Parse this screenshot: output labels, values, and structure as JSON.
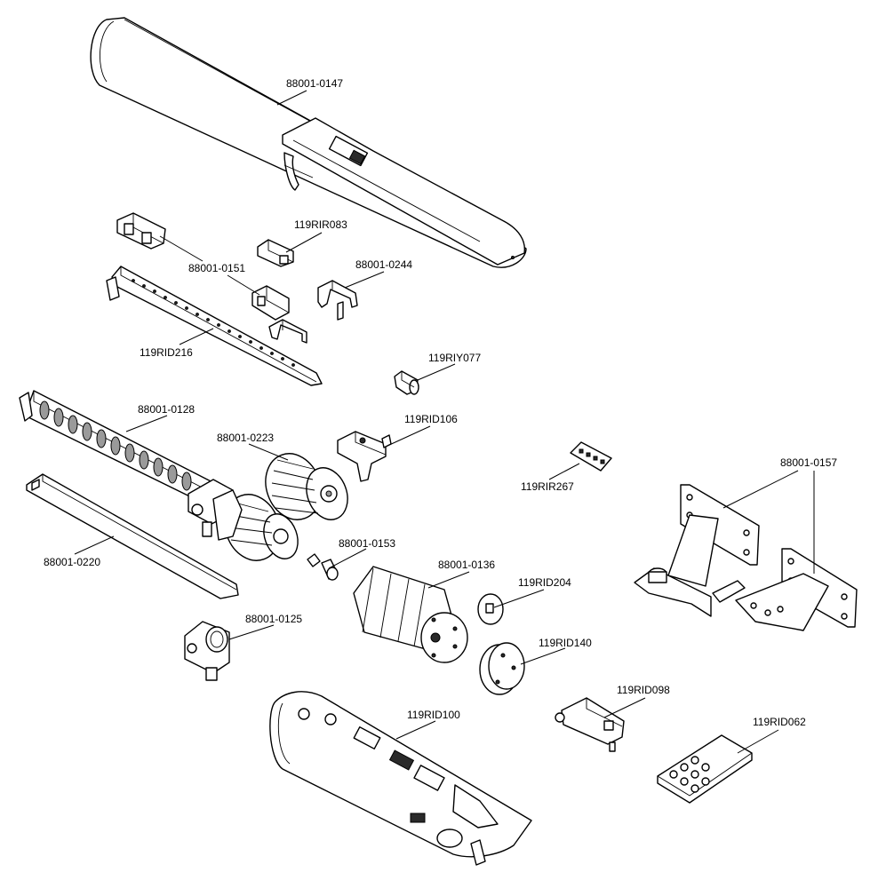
{
  "parts": [
    {
      "id": "p147",
      "code": "88001-0147"
    },
    {
      "id": "p083",
      "code": "119RIR083"
    },
    {
      "id": "p151",
      "code": "88001-0151"
    },
    {
      "id": "p244",
      "code": "88001-0244"
    },
    {
      "id": "p216",
      "code": "119RID216"
    },
    {
      "id": "p077",
      "code": "119RIY077"
    },
    {
      "id": "p128",
      "code": "88001-0128"
    },
    {
      "id": "p106",
      "code": "119RID106"
    },
    {
      "id": "p223",
      "code": "88001-0223"
    },
    {
      "id": "p267",
      "code": "119RIR267"
    },
    {
      "id": "p157",
      "code": "88001-0157"
    },
    {
      "id": "p153",
      "code": "88001-0153"
    },
    {
      "id": "p220",
      "code": "88001-0220"
    },
    {
      "id": "p136",
      "code": "88001-0136"
    },
    {
      "id": "p204",
      "code": "119RID204"
    },
    {
      "id": "p125",
      "code": "88001-0125"
    },
    {
      "id": "p140",
      "code": "119RID140"
    },
    {
      "id": "p098",
      "code": "119RID098"
    },
    {
      "id": "p100",
      "code": "119RID100"
    },
    {
      "id": "p062",
      "code": "119RID062"
    }
  ]
}
